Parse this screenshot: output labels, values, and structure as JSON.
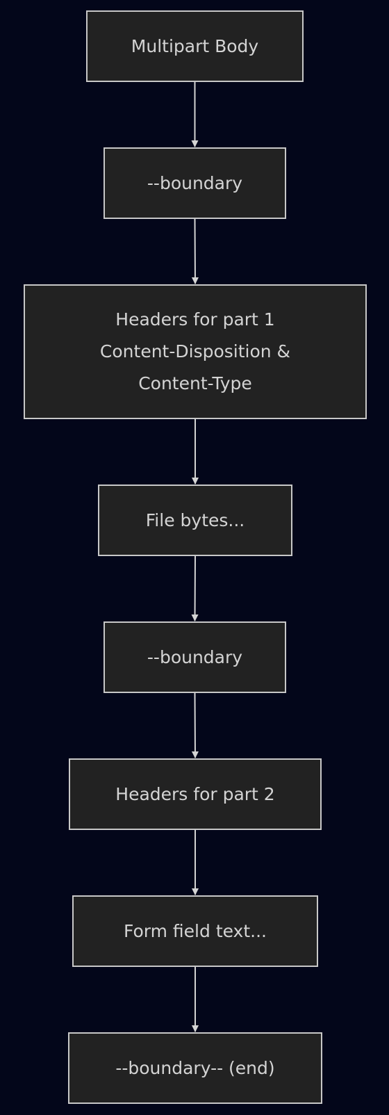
{
  "colors": {
    "background": "#03061a",
    "node_fill": "#222222",
    "node_border": "#c8c8c8",
    "text": "#d4d4d4",
    "edge": "#d4d4d4"
  },
  "nodes": [
    {
      "id": "multipart-body",
      "lines": [
        "Multipart Body"
      ]
    },
    {
      "id": "boundary-1",
      "lines": [
        "--boundary"
      ]
    },
    {
      "id": "headers-part-1",
      "lines": [
        "Headers for part 1",
        "Content-Disposition &",
        "Content-Type"
      ]
    },
    {
      "id": "file-bytes",
      "lines": [
        "File bytes..."
      ]
    },
    {
      "id": "boundary-2",
      "lines": [
        "--boundary"
      ]
    },
    {
      "id": "headers-part-2",
      "lines": [
        "Headers for part 2"
      ]
    },
    {
      "id": "form-field-text",
      "lines": [
        "Form field text..."
      ]
    },
    {
      "id": "boundary-end",
      "lines": [
        "--boundary-- (end)"
      ]
    }
  ],
  "edges": [
    {
      "from": "multipart-body",
      "to": "boundary-1"
    },
    {
      "from": "boundary-1",
      "to": "headers-part-1"
    },
    {
      "from": "headers-part-1",
      "to": "file-bytes"
    },
    {
      "from": "file-bytes",
      "to": "boundary-2"
    },
    {
      "from": "boundary-2",
      "to": "headers-part-2"
    },
    {
      "from": "headers-part-2",
      "to": "form-field-text"
    },
    {
      "from": "form-field-text",
      "to": "boundary-end"
    }
  ]
}
